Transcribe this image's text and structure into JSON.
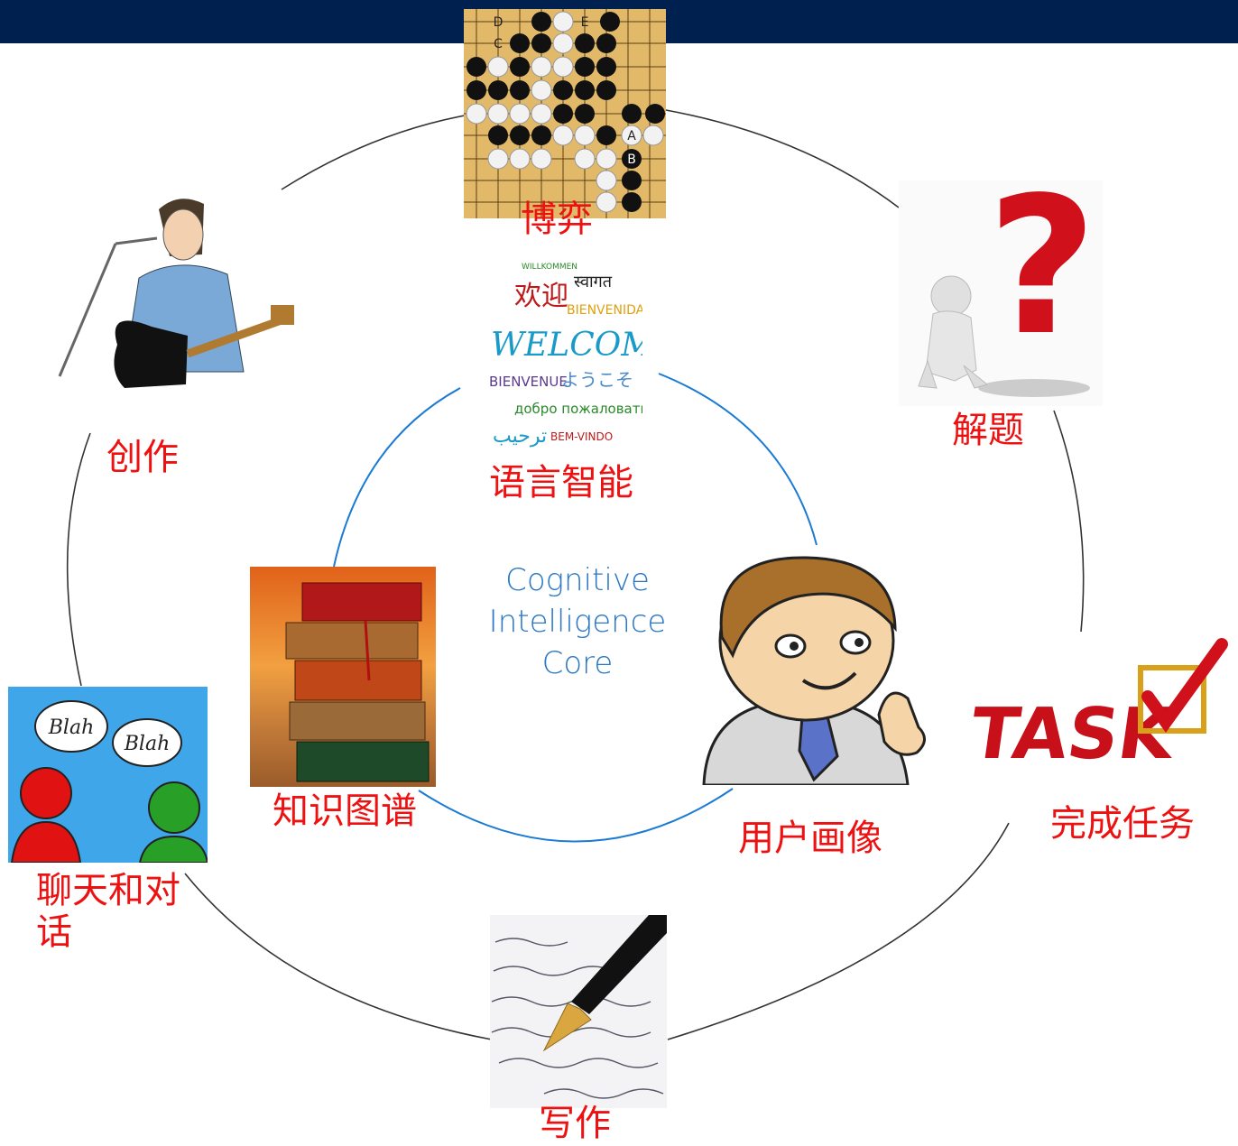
{
  "core": {
    "line1": "Cognitive",
    "line2": "Intelligence",
    "line3": "Core"
  },
  "outer_nodes": {
    "game": {
      "label": "博弈",
      "board_marks": [
        "D",
        "E",
        "C",
        "A",
        "B"
      ]
    },
    "solve": {
      "label": "解题"
    },
    "task": {
      "label": "完成任务",
      "sign_text": "TASK"
    },
    "writing": {
      "label": "写作"
    },
    "chat": {
      "label": "聊天和对",
      "label_line2": "话",
      "bubble1": "Blah",
      "bubble2": "Blah"
    },
    "create": {
      "label": "创作"
    }
  },
  "inner_nodes": {
    "language": {
      "label": "语言智能",
      "words": [
        "WILLKOMMEN",
        "स्वागत",
        "欢迎",
        "BIENVENIDA",
        "WELCOME",
        "BIENVENUE",
        "ようこそ",
        "добро пожаловать",
        "ترحيب",
        "BEM-VINDO"
      ]
    },
    "knowledge": {
      "label": "知识图谱"
    },
    "profile": {
      "label": "用户画像"
    }
  },
  "colors": {
    "header": "#00204f",
    "label": "#ee1111",
    "core_text": "#2a78c6",
    "inner_ring": "#1a7ad4",
    "outer_ring": "#333333"
  }
}
